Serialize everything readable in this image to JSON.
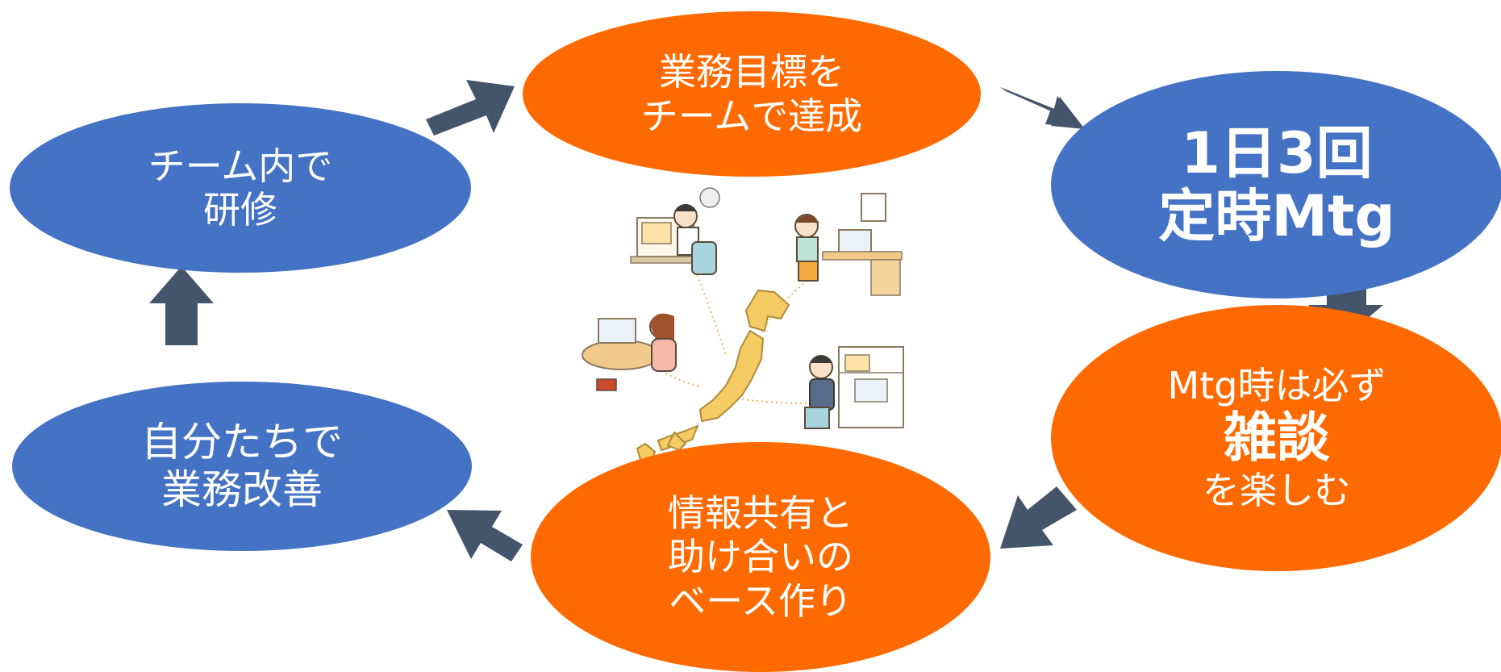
{
  "nodes": {
    "goal": {
      "lines": [
        "業務目標を",
        "チームで達成"
      ],
      "color": "#ff6a00"
    },
    "meeting": {
      "lines": [
        "1日3回",
        "定時Mtg"
      ],
      "color": "#4472c4"
    },
    "chat": {
      "line1": "Mtg時は必ず",
      "emphasis": "雑談",
      "line3": "を楽しむ",
      "color": "#ff6a00"
    },
    "share": {
      "lines": [
        "情報共有と",
        "助け合いの",
        "ベース作り"
      ],
      "color": "#ff6a00"
    },
    "improve": {
      "lines": [
        "自分たちで",
        "業務改善"
      ],
      "color": "#4472c4"
    },
    "training": {
      "lines": [
        "チーム内で",
        "研修"
      ],
      "color": "#4472c4"
    }
  },
  "arrow_color": "#44546a",
  "illustration": {
    "subject": "remote workers across Japan map"
  }
}
